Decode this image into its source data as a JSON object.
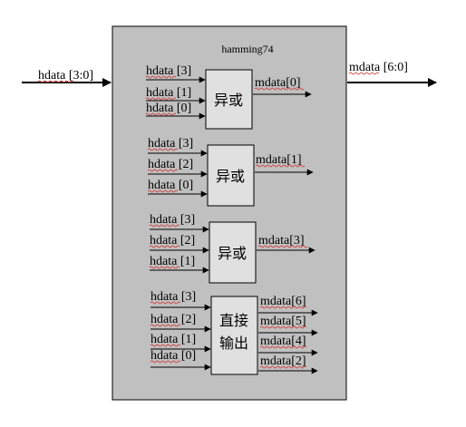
{
  "module": {
    "title": "hamming74",
    "input_bus": "hdata [3:0]",
    "output_bus": "mdata [6:0]"
  },
  "blocks": [
    {
      "op": "异或",
      "inputs": [
        "hdata [3]",
        "hdata [1]",
        "hdata [0]"
      ],
      "outputs": [
        "mdata[0]"
      ]
    },
    {
      "op": "异或",
      "inputs": [
        "hdata [3]",
        "hdata [2]",
        "hdata [0]"
      ],
      "outputs": [
        "mdata[1]"
      ]
    },
    {
      "op": "异或",
      "inputs": [
        "hdata [3]",
        "hdata [2]",
        "hdata [1]"
      ],
      "outputs": [
        "mdata[3]"
      ]
    },
    {
      "op_lines": [
        "直接",
        "输出"
      ],
      "inputs": [
        "hdata [3]",
        "hdata [2]",
        "hdata [1]",
        "hdata [0]"
      ],
      "outputs": [
        "mdata[6]",
        "mdata[5]",
        "mdata[4]",
        "mdata[2]"
      ]
    }
  ]
}
